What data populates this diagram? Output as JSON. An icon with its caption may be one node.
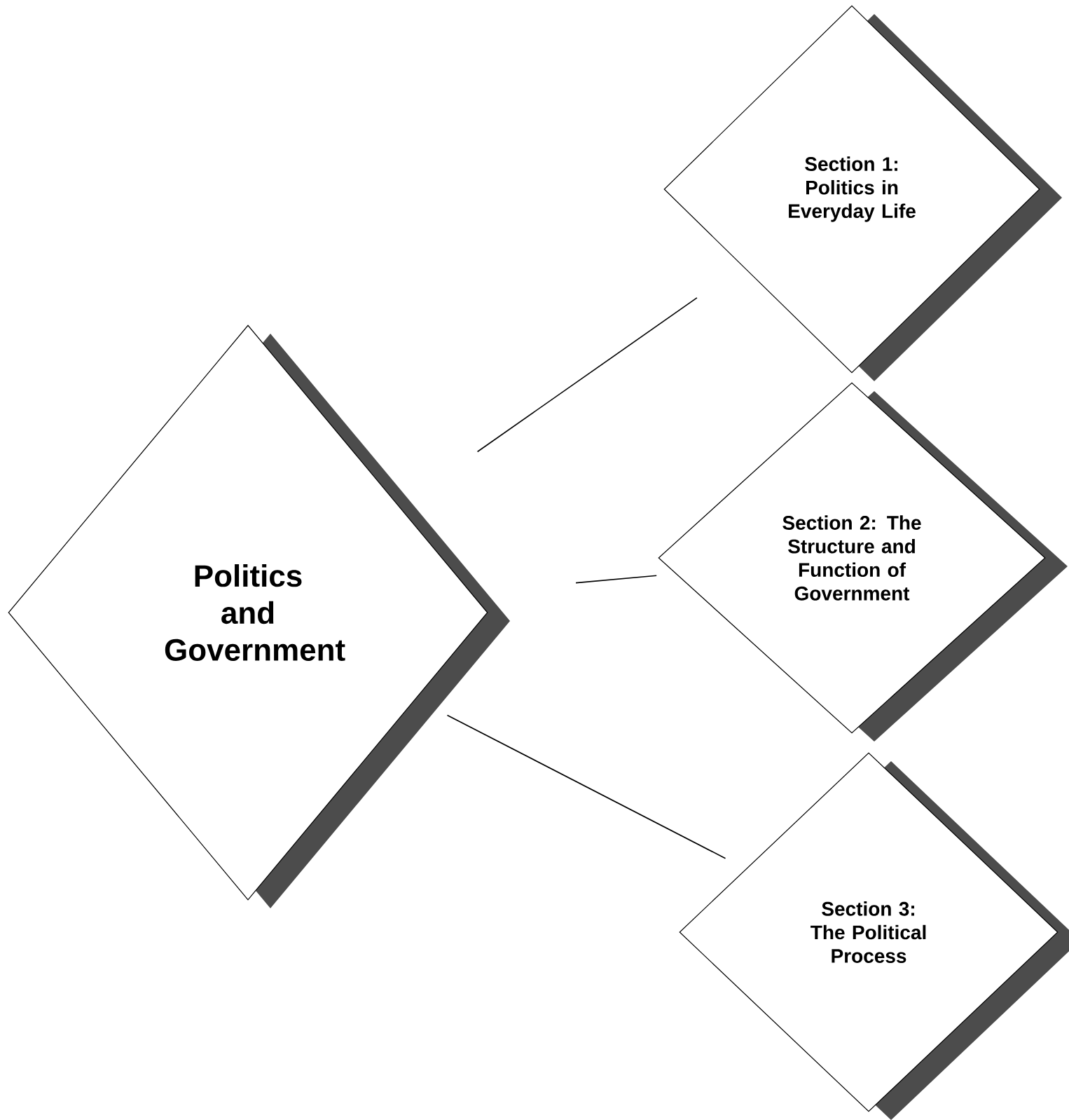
{
  "diagram": {
    "nodes": [
      {
        "text": [
          "Politics and Government"
        ]
      },
      {
        "text": [
          "Section 1: Politics in Everyday Life"
        ]
      },
      {
        "text": [
          "Section 2: The Structure and Function of Government"
        ]
      },
      {
        "text": [
          "Section 3: The Political Process"
        ]
      }
    ],
    "edges": [
      {
        "from": 0,
        "to": 1,
        "arrow": "none"
      },
      {
        "from": 0,
        "to": 2,
        "arrow": "none"
      },
      {
        "from": 0,
        "to": 3,
        "arrow": "none"
      }
    ]
  }
}
